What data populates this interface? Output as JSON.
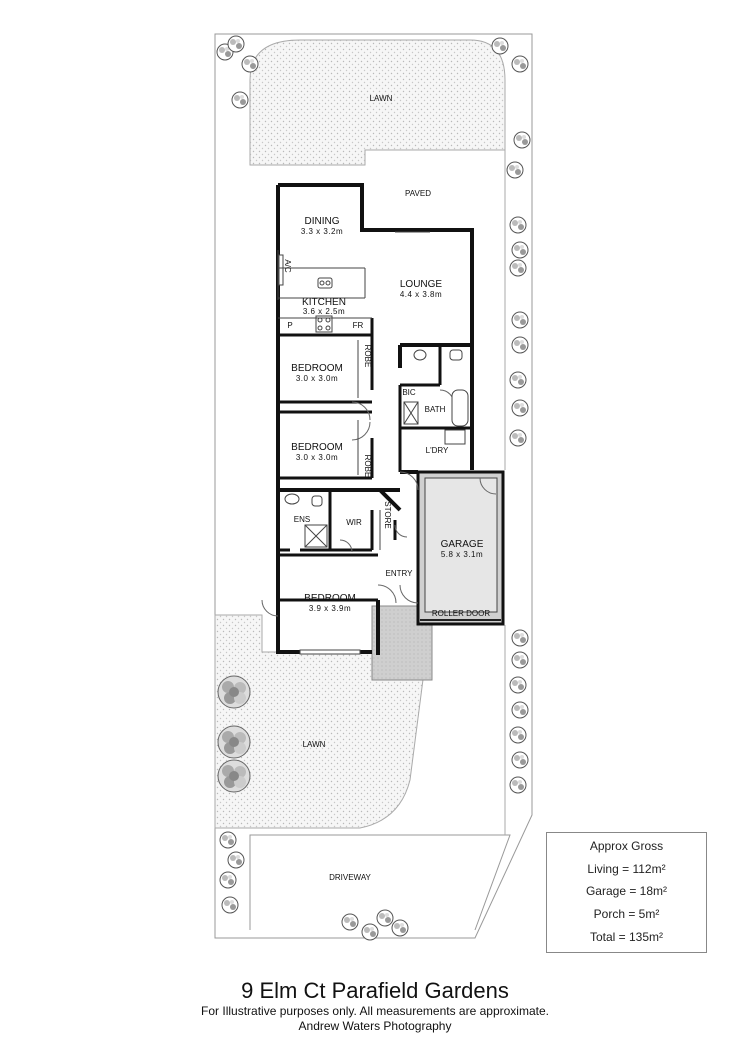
{
  "rooms": {
    "dining": {
      "name": "DINING",
      "size": "3.3 x 3.2m"
    },
    "lounge": {
      "name": "LOUNGE",
      "size": "4.4 x 3.8m"
    },
    "kitchen": {
      "name": "KITCHEN",
      "size": "3.6 x 2.5m"
    },
    "bedroom1": {
      "name": "BEDROOM",
      "size": "3.0 x 3.0m"
    },
    "bedroom2": {
      "name": "BEDROOM",
      "size": "3.0 x 3.0m"
    },
    "bedroom3": {
      "name": "BEDROOM",
      "size": "3.9 x 3.9m"
    },
    "garage": {
      "name": "GARAGE",
      "size": "5.8 x 3.1m"
    }
  },
  "labels": {
    "lawn_top": "LAWN",
    "paved": "PAVED",
    "ac": "A/C",
    "pantry": "P",
    "fridge": "FR",
    "robe1": "ROBE",
    "robe2": "ROBE",
    "bic": "BIC",
    "bath": "BATH",
    "laundry": "L'DRY",
    "ens": "ENS",
    "wir": "WIR",
    "store": "STORE",
    "entry": "ENTRY",
    "roller_door": "ROLLER DOOR",
    "lawn_bottom": "LAWN",
    "driveway": "DRIVEWAY"
  },
  "area": {
    "heading": "Approx Gross",
    "living": "Living = 112m²",
    "garage": "Garage = 18m²",
    "porch": "Porch = 5m²",
    "total": "Total = 135m²"
  },
  "footer": {
    "address": "9 Elm Ct Parafield Gardens",
    "disclaimer": "For Illustrative purposes only.  All measurements are approximate.",
    "credit": "Andrew Waters Photography"
  }
}
